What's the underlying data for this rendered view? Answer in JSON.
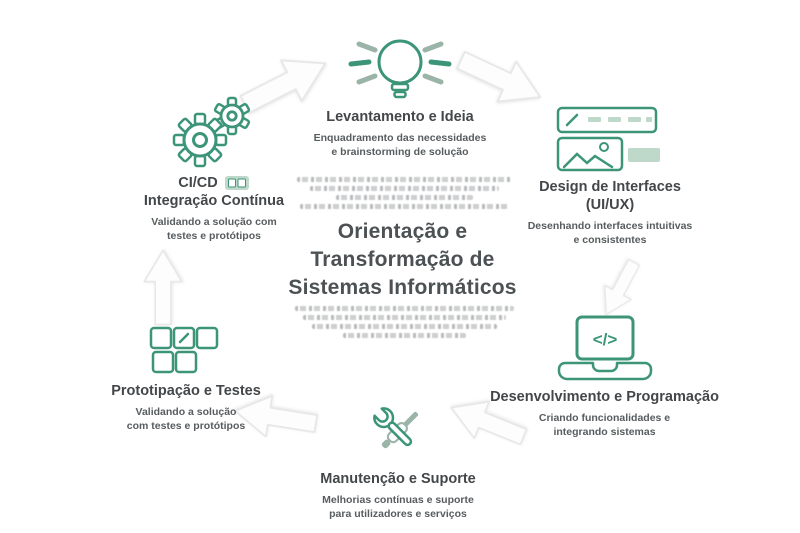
{
  "colors": {
    "accent": "#3D9579",
    "accent_soft": "#BED8CA",
    "ray": "#9BB4A8",
    "stage_title": "#43474A",
    "stage_subtitle": "#575C5F",
    "center_title": "#4C5154",
    "arrow_fill": "#FDFDFD",
    "arrow_stroke": "#E7E7E7"
  },
  "center": {
    "title": "Orientação e\nTransformação de\nSistemas Informáticos"
  },
  "stages": [
    {
      "id": "levantamento",
      "icon": "lightbulb-icon",
      "title": "Levantamento e Ideia",
      "subtitle": "Enquadramento das necessidades\ne brainstorming de solução"
    },
    {
      "id": "design",
      "icon": "interface-wireframe-icon",
      "title": "Design de Interfaces\n(UI/UX)",
      "subtitle": "Desenhando interfaces intuitivas\ne consistentes"
    },
    {
      "id": "desenvolvimento",
      "icon": "laptop-code-icon",
      "title": "Desenvolvimento e Programação",
      "subtitle": "Criando funcionalidades e\nintegrando sistemas"
    },
    {
      "id": "manutencao",
      "icon": "wrench-screwdriver-icon",
      "title": "Manutenção e Suporte",
      "subtitle": "Melhorias contínuas e suporte\npara utilizadores e serviços"
    },
    {
      "id": "prototipacao",
      "icon": "blocks-icon",
      "title": "Prototipação e Testes",
      "subtitle": "Validando a solução\ncom testes e protótipos"
    },
    {
      "id": "cicd",
      "icon": "gears-icon",
      "title_line1": "CI/CD",
      "title_line2": "Integração Contínua",
      "subtitle": "Validando a solução com\ntestes e protótipos"
    }
  ]
}
